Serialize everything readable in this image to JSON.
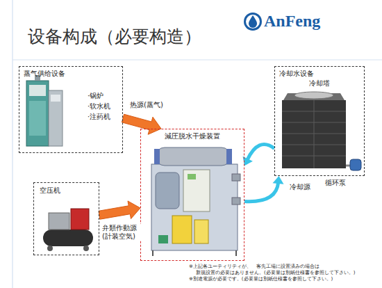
{
  "diagram": {
    "title": "设备构成（必要构造）",
    "nodes": [
      {
        "text": [
          "蒸气供给设备",
          "·锅炉",
          "·软水机",
          "·注药机"
        ]
      },
      {
        "text": [
          "空压机"
        ]
      },
      {
        "text": [
          "減圧脱水干燥装置"
        ]
      },
      {
        "text": [
          "冷却水设备",
          "冷却塔"
        ]
      }
    ],
    "edges": [
      {
        "from": 0,
        "to": 2,
        "arrow": "to",
        "label": "热源(蒸气)"
      },
      {
        "from": 1,
        "to": 2,
        "arrow": "to",
        "label": "弁類作動源 (計装空気)"
      },
      {
        "from": 3,
        "to": 2,
        "arrow": "to"
      },
      {
        "from": 2,
        "to": 3,
        "arrow": "to",
        "label": "冷却源"
      }
    ],
    "labels": [
      "AnFeng",
      "循环泵",
      "※上記各ユーティリティが、　客先工場に設置済みの場合は",
      "新規設置の必要はありません。(必要量は別紙仕様書を参照して下さい。)",
      "※別途電源が必要です。(必要量は別紙仕様書を参照して下さい。)"
    ]
  }
}
